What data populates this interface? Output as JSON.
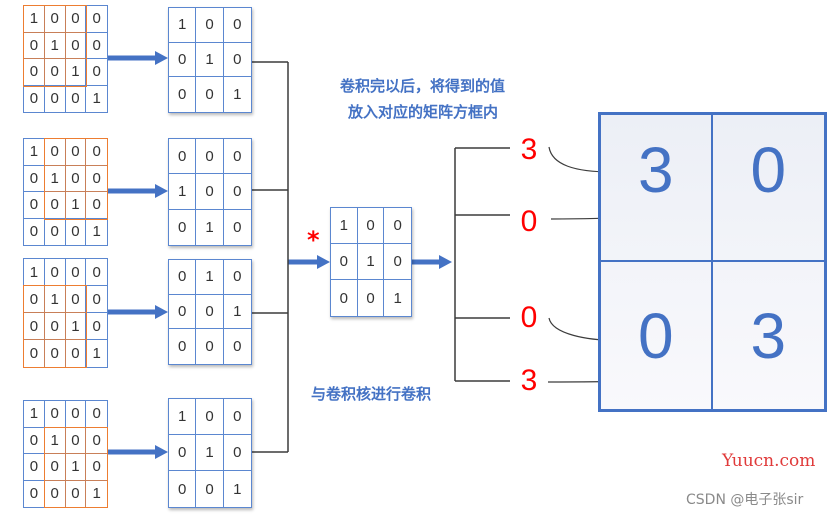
{
  "diagram": {
    "caption_result": [
      "卷积完以后，将得到的值",
      "放入对应的矩阵方框内"
    ],
    "caption_kernel": "与卷积核进行卷积",
    "operator": "*"
  },
  "inputs": [
    {
      "rows": [
        [
          1,
          0,
          0,
          0
        ],
        [
          0,
          1,
          0,
          0
        ],
        [
          0,
          0,
          1,
          0
        ],
        [
          0,
          0,
          0,
          1
        ]
      ],
      "window_start": {
        "row": 0,
        "col": 0
      }
    },
    {
      "rows": [
        [
          1,
          0,
          0,
          0
        ],
        [
          0,
          1,
          0,
          0
        ],
        [
          0,
          0,
          1,
          0
        ],
        [
          0,
          0,
          0,
          1
        ]
      ],
      "window_start": {
        "row": 0,
        "col": 1
      }
    },
    {
      "rows": [
        [
          1,
          0,
          0,
          0
        ],
        [
          0,
          1,
          0,
          0
        ],
        [
          0,
          0,
          1,
          0
        ],
        [
          0,
          0,
          0,
          1
        ]
      ],
      "window_start": {
        "row": 1,
        "col": 0
      }
    },
    {
      "rows": [
        [
          1,
          0,
          0,
          0
        ],
        [
          0,
          1,
          0,
          0
        ],
        [
          0,
          0,
          1,
          0
        ],
        [
          0,
          0,
          0,
          1
        ]
      ],
      "window_start": {
        "row": 1,
        "col": 1
      }
    }
  ],
  "windows": [
    {
      "rows": [
        [
          1,
          0,
          0
        ],
        [
          0,
          1,
          0
        ],
        [
          0,
          0,
          1
        ]
      ]
    },
    {
      "rows": [
        [
          0,
          0,
          0
        ],
        [
          1,
          0,
          0
        ],
        [
          0,
          1,
          0
        ]
      ]
    },
    {
      "rows": [
        [
          0,
          1,
          0
        ],
        [
          0,
          0,
          1
        ],
        [
          0,
          0,
          0
        ]
      ]
    },
    {
      "rows": [
        [
          1,
          0,
          0
        ],
        [
          0,
          1,
          0
        ],
        [
          0,
          0,
          1
        ]
      ]
    }
  ],
  "kernel": {
    "rows": [
      [
        1,
        0,
        0
      ],
      [
        0,
        1,
        0
      ],
      [
        0,
        0,
        1
      ]
    ]
  },
  "results": [
    3,
    0,
    0,
    3
  ],
  "output": {
    "rows": [
      [
        3,
        0
      ],
      [
        0,
        3
      ]
    ]
  },
  "watermarks": {
    "site": "Yuucn.com",
    "author": "CSDN @电子张sir"
  },
  "colors": {
    "grid": "#5b87d0",
    "window": "#ed7d31",
    "result": "#ff0000",
    "text": "#4472c4",
    "line": "#3c3c3c"
  }
}
